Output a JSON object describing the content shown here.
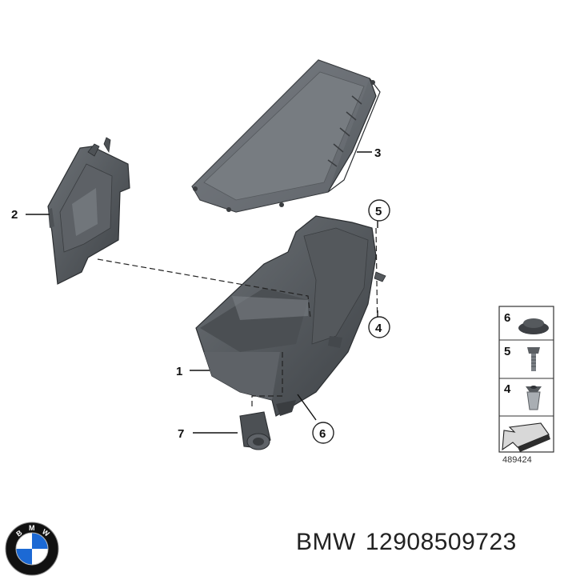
{
  "diagram": {
    "callouts": [
      "1",
      "2",
      "3",
      "4",
      "5",
      "6",
      "7"
    ],
    "circled_callouts": [
      "5",
      "4",
      "6"
    ],
    "reference_number": "489424",
    "legend": [
      {
        "number": "6",
        "part": "grommet-icon"
      },
      {
        "number": "5",
        "part": "bolt-icon"
      },
      {
        "number": "4",
        "part": "nut-clip-icon"
      },
      {
        "number": "",
        "part": "arrow-pointer-icon"
      }
    ]
  },
  "caption": {
    "brand": "BMW",
    "part_number": "12908509723"
  },
  "logo": {
    "letters": "BMW",
    "colors": {
      "blue": "#1c69d4",
      "black": "#111111",
      "white": "#ffffff"
    }
  }
}
